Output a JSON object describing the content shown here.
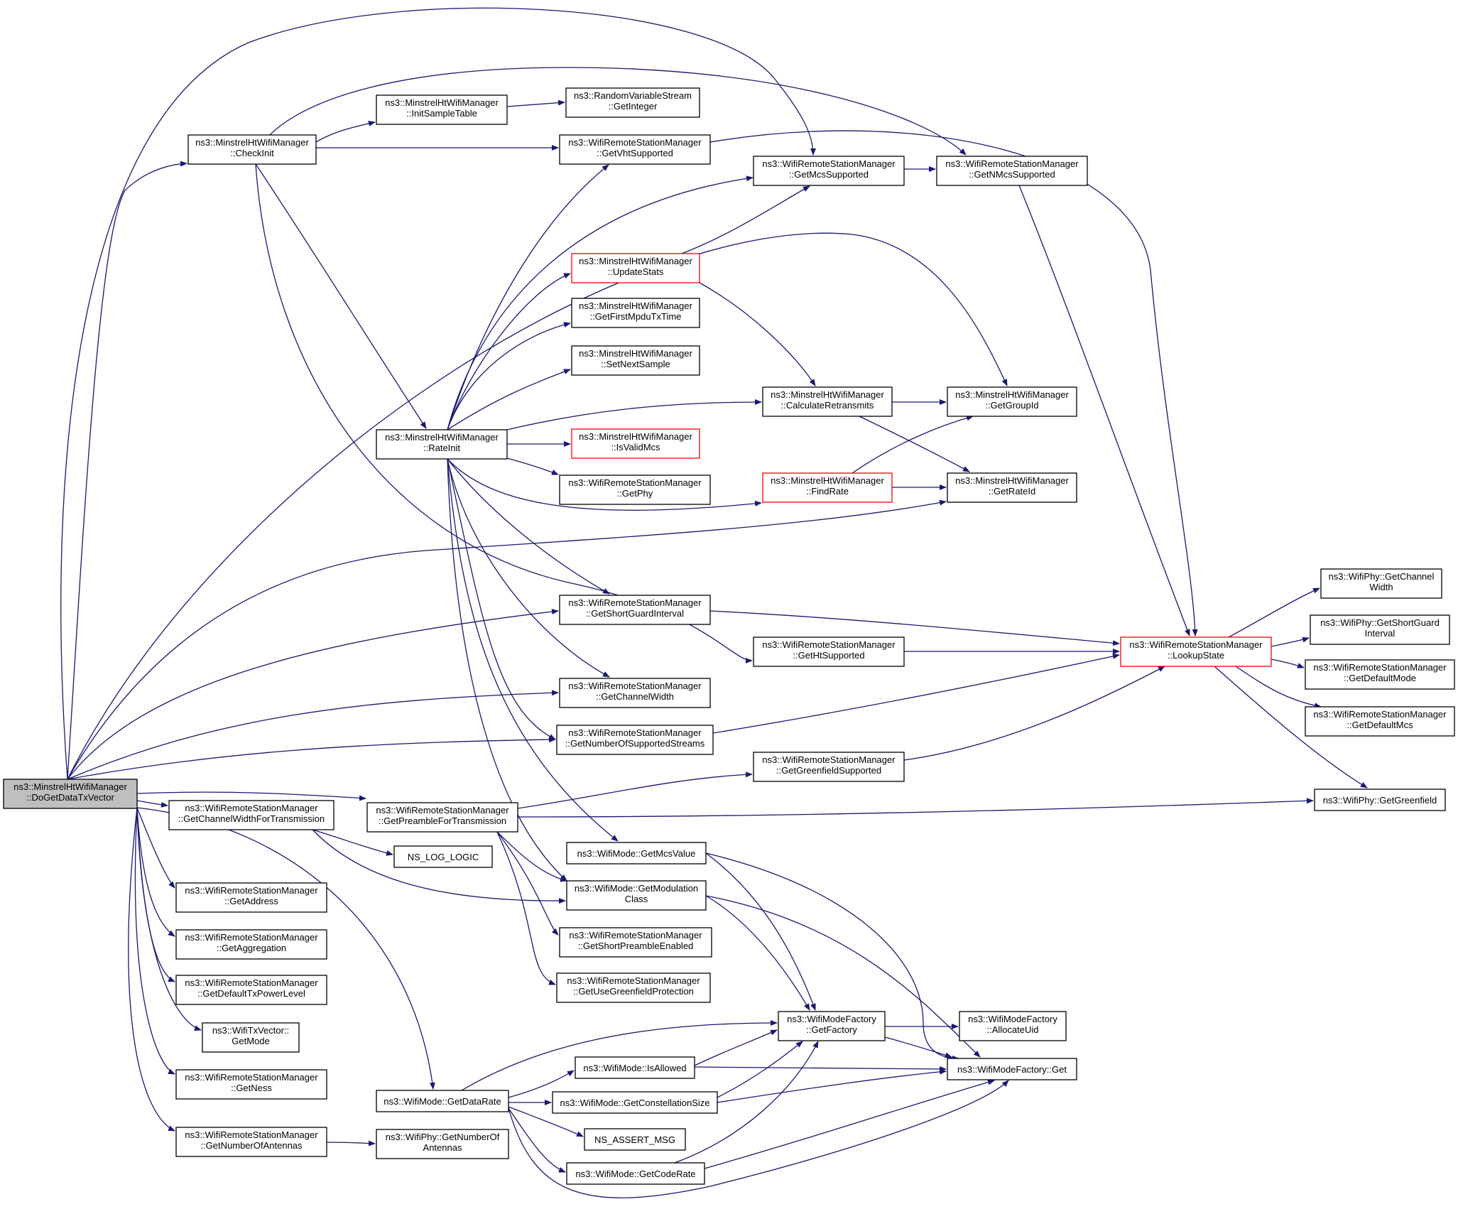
{
  "colors": {
    "edge": "#191970",
    "node_border": "#000000",
    "truncated_border": "#ff0000",
    "root_fill": "#bfbfbf"
  },
  "nodes": {
    "n1": {
      "lines": [
        "ns3::MinstrelHtWifiManager",
        "::DoGetDataTxVector"
      ],
      "kind": "root"
    },
    "n2": {
      "lines": [
        "ns3::MinstrelHtWifiManager",
        "::CheckInit"
      ]
    },
    "n3": {
      "lines": [
        "ns3::MinstrelHtWifiManager",
        "::InitSampleTable"
      ]
    },
    "n4": {
      "lines": [
        "ns3::RandomVariableStream",
        "::GetInteger"
      ]
    },
    "n5": {
      "lines": [
        "ns3::WifiRemoteStationManager",
        "::GetVhtSupported"
      ]
    },
    "n6": {
      "lines": [
        "ns3::WifiRemoteStationManager",
        "::GetMcsSupported"
      ]
    },
    "n7": {
      "lines": [
        "ns3::WifiRemoteStationManager",
        "::GetNMcsSupported"
      ]
    },
    "n8": {
      "lines": [
        "ns3::MinstrelHtWifiManager",
        "::UpdateStats"
      ],
      "kind": "truncated"
    },
    "n9": {
      "lines": [
        "ns3::MinstrelHtWifiManager",
        "::GetFirstMpduTxTime"
      ]
    },
    "n10": {
      "lines": [
        "ns3::MinstrelHtWifiManager",
        "::SetNextSample"
      ]
    },
    "n11": {
      "lines": [
        "ns3::MinstrelHtWifiManager",
        "::CalculateRetransmits"
      ]
    },
    "n12": {
      "lines": [
        "ns3::MinstrelHtWifiManager",
        "::GetGroupId"
      ]
    },
    "n13": {
      "lines": [
        "ns3::MinstrelHtWifiManager",
        "::RateInit"
      ]
    },
    "n14": {
      "lines": [
        "ns3::MinstrelHtWifiManager",
        "::IsValidMcs"
      ],
      "kind": "truncated"
    },
    "n15": {
      "lines": [
        "ns3::WifiRemoteStationManager",
        "::GetPhy"
      ]
    },
    "n16": {
      "lines": [
        "ns3::MinstrelHtWifiManager",
        "::FindRate"
      ],
      "kind": "truncated"
    },
    "n17": {
      "lines": [
        "ns3::MinstrelHtWifiManager",
        "::GetRateId"
      ]
    },
    "n18": {
      "lines": [
        "ns3::WifiRemoteStationManager",
        "::GetShortGuardInterval"
      ]
    },
    "n19": {
      "lines": [
        "ns3::WifiRemoteStationManager",
        "::GetHtSupported"
      ]
    },
    "n20": {
      "lines": [
        "ns3::WifiRemoteStationManager",
        "::LookupState"
      ],
      "kind": "truncated"
    },
    "n21": {
      "lines": [
        "ns3::WifiPhy::GetChannel",
        "Width"
      ]
    },
    "n22": {
      "lines": [
        "ns3::WifiPhy::GetShortGuard",
        "Interval"
      ]
    },
    "n23": {
      "lines": [
        "ns3::WifiRemoteStationManager",
        "::GetDefaultMode"
      ]
    },
    "n24": {
      "lines": [
        "ns3::WifiRemoteStationManager",
        "::GetDefaultMcs"
      ]
    },
    "n25": {
      "lines": [
        "ns3::WifiRemoteStationManager",
        "::GetChannelWidth"
      ]
    },
    "n26": {
      "lines": [
        "ns3::WifiRemoteStationManager",
        "::GetNumberOfSupportedStreams"
      ]
    },
    "n27": {
      "lines": [
        "ns3::WifiRemoteStationManager",
        "::GetGreenfieldSupported"
      ]
    },
    "n28": {
      "lines": [
        "ns3::WifiPhy::GetGreenfield"
      ]
    },
    "n29": {
      "lines": [
        "ns3::WifiRemoteStationManager",
        "::GetChannelWidthForTransmission"
      ]
    },
    "n30": {
      "lines": [
        "ns3::WifiRemoteStationManager",
        "::GetPreambleForTransmission"
      ]
    },
    "n31": {
      "lines": [
        "NS_LOG_LOGIC"
      ]
    },
    "n32": {
      "lines": [
        "ns3::WifiMode::GetMcsValue"
      ]
    },
    "n33": {
      "lines": [
        "ns3::WifiMode::GetModulation",
        "Class"
      ]
    },
    "n34": {
      "lines": [
        "ns3::WifiRemoteStationManager",
        "::GetShortPreambleEnabled"
      ]
    },
    "n35": {
      "lines": [
        "ns3::WifiRemoteStationManager",
        "::GetUseGreenfieldProtection"
      ]
    },
    "n36": {
      "lines": [
        "ns3::WifiRemoteStationManager",
        "::GetAddress"
      ]
    },
    "n37": {
      "lines": [
        "ns3::WifiRemoteStationManager",
        "::GetAggregation"
      ]
    },
    "n38": {
      "lines": [
        "ns3::WifiRemoteStationManager",
        "::GetDefaultTxPowerLevel"
      ]
    },
    "n39": {
      "lines": [
        "ns3::WifiTxVector::",
        "GetMode"
      ]
    },
    "n40": {
      "lines": [
        "ns3::WifiRemoteStationManager",
        "::GetNess"
      ]
    },
    "n41": {
      "lines": [
        "ns3::WifiRemoteStationManager",
        "::GetNumberOfAntennas"
      ]
    },
    "n42": {
      "lines": [
        "ns3::WifiPhy::GetNumberOf",
        "Antennas"
      ]
    },
    "n43": {
      "lines": [
        "ns3::WifiMode::GetDataRate"
      ]
    },
    "n44": {
      "lines": [
        "ns3::WifiModeFactory",
        "::GetFactory"
      ]
    },
    "n45": {
      "lines": [
        "ns3::WifiModeFactory",
        "::AllocateUid"
      ]
    },
    "n46": {
      "lines": [
        "ns3::WifiMode::IsAllowed"
      ]
    },
    "n47": {
      "lines": [
        "ns3::WifiModeFactory::Get"
      ]
    },
    "n48": {
      "lines": [
        "ns3::WifiMode::GetConstellationSize"
      ]
    },
    "n49": {
      "lines": [
        "NS_ASSERT_MSG"
      ]
    },
    "n50": {
      "lines": [
        "ns3::WifiMode::GetCodeRate"
      ]
    }
  }
}
